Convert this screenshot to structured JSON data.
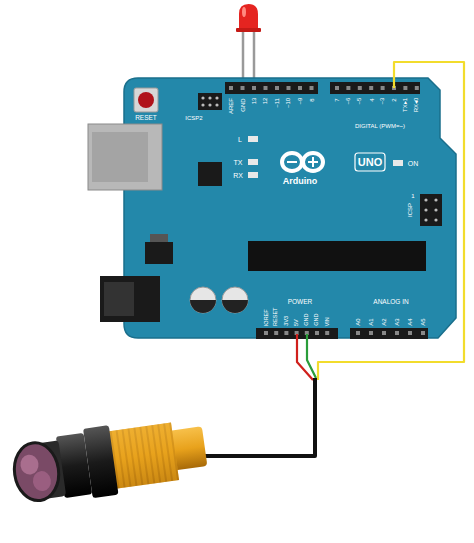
{
  "diagram": {
    "labels": [
      "RESET",
      "ICSP2",
      "AREF",
      "GND",
      "13",
      "12",
      "~11",
      "~10",
      "~9",
      "8",
      "7",
      "~6",
      "~5",
      "4",
      "~3",
      "2",
      "TX▸1",
      "RX◂0",
      "DIGITAL (PWM=~)",
      "L",
      "TX",
      "RX",
      "UNO",
      "Arduino",
      "ON",
      "ICSP",
      "1",
      "IOREF",
      "RESET",
      "3V3",
      "5V",
      "GND",
      "GND",
      "VIN",
      "POWER",
      "ANALOG IN",
      "A0",
      "A1",
      "A2",
      "A3",
      "A4",
      "A5"
    ]
  }
}
